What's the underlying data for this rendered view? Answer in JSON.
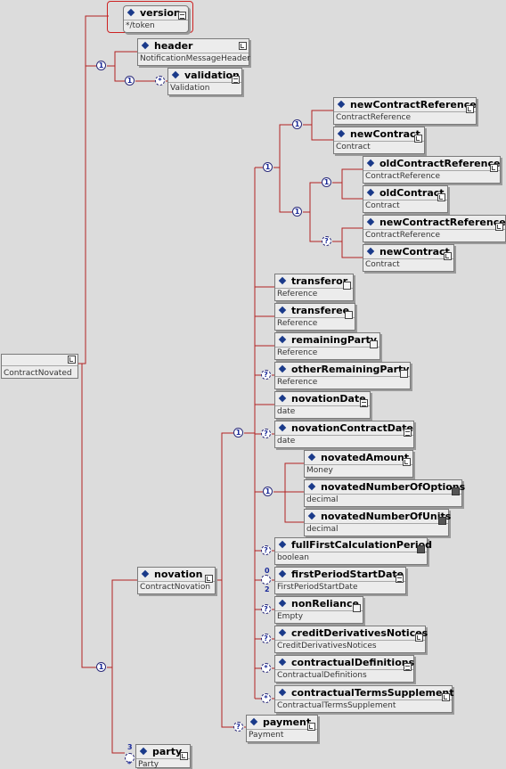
{
  "colors": {
    "wire": "#b22222",
    "connector_border": "#2a2a7a",
    "connector_text": "#1a2a9a",
    "node_fill": "#ececec",
    "background": "#dcdcdc"
  },
  "root": {
    "name": "",
    "type": "ContractNovated"
  },
  "attribute": {
    "name": "version",
    "type": "*/token"
  },
  "header": {
    "name": "header",
    "type": "NotificationMessageHeader"
  },
  "validation": {
    "name": "validation",
    "type": "Validation"
  },
  "newContractReference1": {
    "name": "newContractReference",
    "type": "ContractReference"
  },
  "newContract1": {
    "name": "newContract",
    "type": "Contract"
  },
  "oldContractReference": {
    "name": "oldContractReference",
    "type": "ContractReference"
  },
  "oldContract": {
    "name": "oldContract",
    "type": "Contract"
  },
  "newContractReference2": {
    "name": "newContractReference",
    "type": "ContractReference"
  },
  "newContract2": {
    "name": "newContract",
    "type": "Contract"
  },
  "transferor": {
    "name": "transferor",
    "type": "Reference"
  },
  "transferee": {
    "name": "transferee",
    "type": "Reference"
  },
  "remainingParty": {
    "name": "remainingParty",
    "type": "Reference"
  },
  "otherRemainingParty": {
    "name": "otherRemainingParty",
    "type": "Reference"
  },
  "novationDate": {
    "name": "novationDate",
    "type": "date"
  },
  "novationContractDate": {
    "name": "novationContractDate",
    "type": "date"
  },
  "novatedAmount": {
    "name": "novatedAmount",
    "type": "Money"
  },
  "novatedNumberOfOptions": {
    "name": "novatedNumberOfOptions",
    "type": "decimal"
  },
  "novatedNumberOfUnits": {
    "name": "novatedNumberOfUnits",
    "type": "decimal"
  },
  "fullFirstCalculationPeriod": {
    "name": "fullFirstCalculationPeriod",
    "type": "boolean"
  },
  "firstPeriodStartDate": {
    "name": "firstPeriodStartDate",
    "type": "FirstPeriodStartDate"
  },
  "nonReliance": {
    "name": "nonReliance",
    "type": "Empty"
  },
  "creditDerivativesNotices": {
    "name": "creditDerivativesNotices",
    "type": "CreditDerivativesNotices"
  },
  "contractualDefinitions": {
    "name": "contractualDefinitions",
    "type": "ContractualDefinitions"
  },
  "contractualTermsSupplement": {
    "name": "contractualTermsSupplement",
    "type": "ContractualTermsSupplement"
  },
  "novation": {
    "name": "novation",
    "type": "ContractNovation"
  },
  "payment": {
    "name": "payment",
    "type": "Payment"
  },
  "party": {
    "name": "party",
    "type": "Party"
  },
  "connectors": {
    "c_seq_main": "1",
    "c_seq_header": "1",
    "c_val": "*",
    "c_choice_top": "1",
    "c_seq_new1": "1",
    "c_choice_old": "1",
    "c_seq_old": "1",
    "c_opt_new2": "?",
    "c_opt_other": "?",
    "c_seq_novation": "1",
    "c_opt_ncd": "?",
    "c_choice_amt": "1",
    "c_opt_ffcp": "?",
    "c_fpsd": "",
    "c_opt_nr": "?",
    "c_opt_cdn": "?",
    "c_cd": "*",
    "c_cts": "*",
    "c_opt_pay": "?",
    "c_seq_bottom": "1",
    "c_party": ""
  },
  "cardinality": {
    "fpsd_min": "0",
    "fpsd_max": "2",
    "party_min": "3",
    "party_max": "*"
  }
}
